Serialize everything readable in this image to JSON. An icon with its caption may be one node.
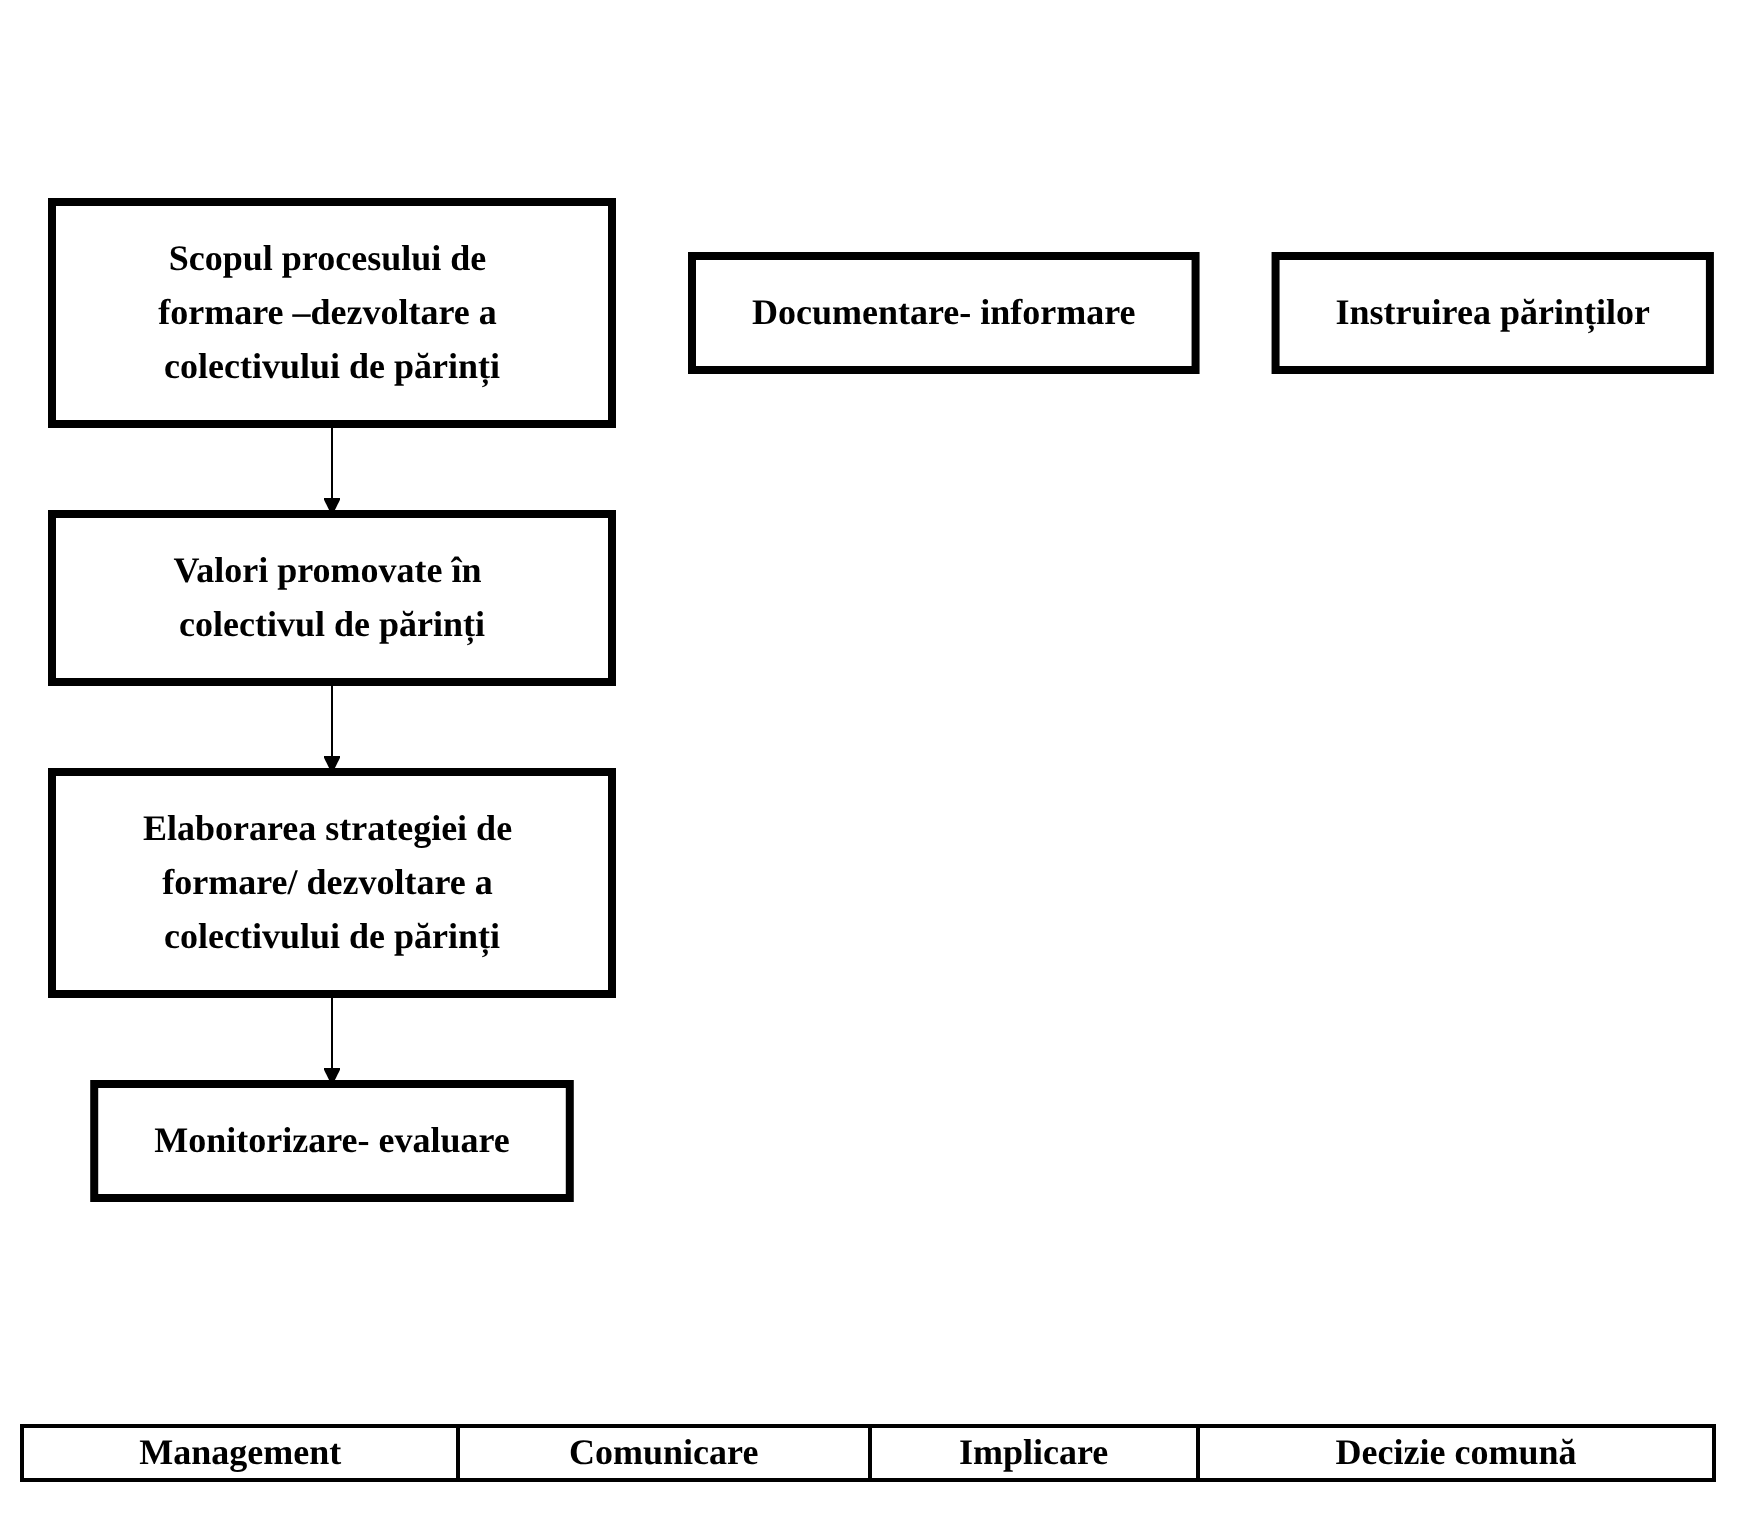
{
  "diagram": {
    "nodes": [
      {
        "text": [
          "Scopul procesului de formare –dezvoltare a colectivului de părinți"
        ]
      },
      {
        "text": [
          "Valori promovate în colectivul de părinți"
        ]
      },
      {
        "text": [
          "Documentare- informare"
        ]
      },
      {
        "text": [
          "Instruirea părinților"
        ]
      },
      {
        "text": [
          "Elaborarea strategiei de formare/ dezvoltare a colectivului de părinți"
        ]
      },
      {
        "text": [
          "Monitorizare- evaluare"
        ]
      }
    ],
    "edges": [
      {
        "from": 0,
        "to": 1,
        "arrow": "to"
      },
      {
        "from": 1,
        "to": 4,
        "arrow": "to"
      },
      {
        "from": 4,
        "to": 5,
        "arrow": "to"
      }
    ],
    "labels": [
      "Management",
      "Comunicare",
      "Implicare",
      "Decizie comună"
    ]
  }
}
